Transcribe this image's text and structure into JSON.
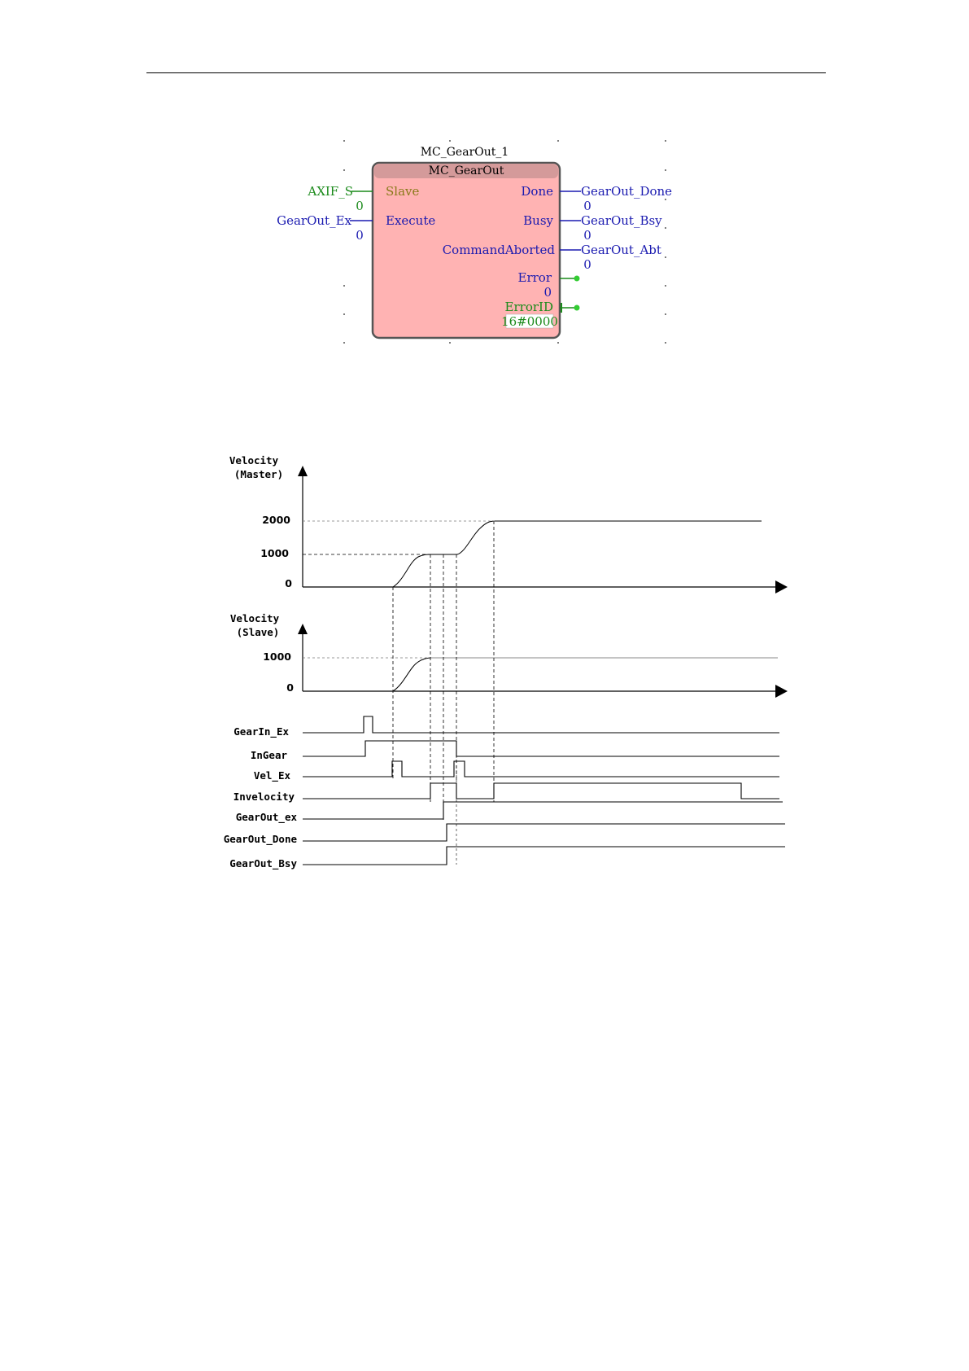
{
  "block": {
    "instance": "MC_GearOut_1",
    "type": "MC_GearOut",
    "fill": "#ffb3b3",
    "inputs": [
      {
        "var": "AXIF_S",
        "value": "0",
        "pin": "Slave",
        "color": "#1a8a1a"
      },
      {
        "var": "GearOut_Ex",
        "value": "0",
        "pin": "Execute",
        "color": "#1a1ab0"
      }
    ],
    "outputs": [
      {
        "pin": "Done",
        "var": "GearOut_Done",
        "value": "0",
        "color": "#1a1ab0"
      },
      {
        "pin": "Busy",
        "var": "GearOut_Bsy",
        "value": "0",
        "color": "#1a1ab0"
      },
      {
        "pin": "CommandAborted",
        "var": "GearOut_Abt",
        "value": "0",
        "color": "#1a1ab0"
      },
      {
        "pin": "Error",
        "value": "0",
        "color": "#1a1ab0"
      },
      {
        "pin": "ErrorID",
        "value": "16#0000",
        "color": "#1a8a1a"
      }
    ]
  },
  "timing": {
    "master_label_1": "Velocity",
    "master_label_2": "(Master)",
    "master_ticks": [
      "2000",
      "1000",
      "0"
    ],
    "slave_label_1": "Velocity",
    "slave_label_2": "(Slave)",
    "slave_ticks": [
      "1000",
      "0"
    ],
    "signals": [
      "GearIn_Ex",
      "InGear",
      "Vel_Ex",
      "Invelocity",
      "GearOut_ex",
      "GearOut_Done",
      "GearOut_Bsy"
    ]
  }
}
